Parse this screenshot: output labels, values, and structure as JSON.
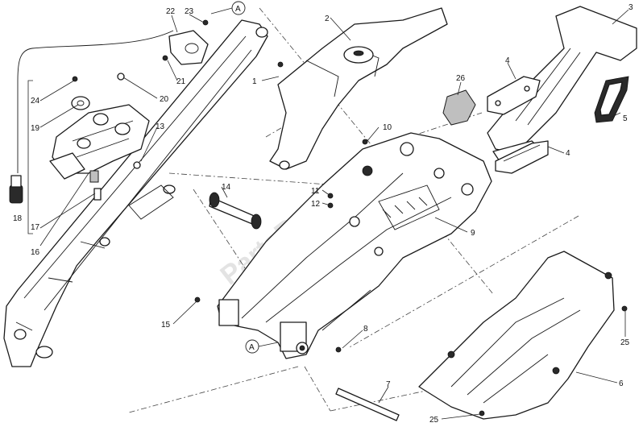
{
  "diagram": {
    "watermark": "PartsRepublik",
    "callouts": {
      "c1": "1",
      "c2": "2",
      "c3": "3",
      "c4a": "4",
      "c4b": "4",
      "c5": "5",
      "c6": "6",
      "c7": "7",
      "c8": "8",
      "c9": "9",
      "c10": "10",
      "c11": "11",
      "c12": "12",
      "c13": "13",
      "c14": "14",
      "c15": "15",
      "c16": "16",
      "c17": "17",
      "c18": "18",
      "c19": "19",
      "c20": "20",
      "c21": "21",
      "c22": "22",
      "c23": "23",
      "c24": "24",
      "c25a": "25",
      "c25b": "25",
      "c26": "26"
    },
    "reference_marks": {
      "ref_a_top": "A",
      "ref_a_bottom": "A"
    }
  }
}
